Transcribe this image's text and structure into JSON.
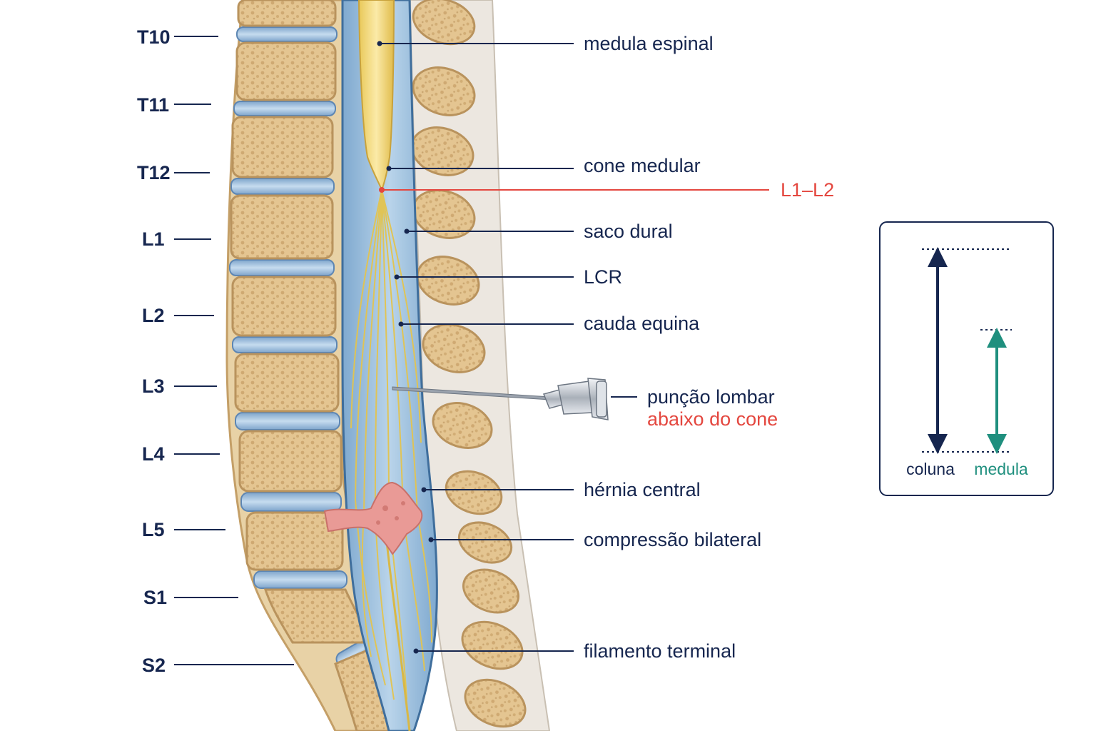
{
  "levels": [
    "T10",
    "T11",
    "T12",
    "L1",
    "L2",
    "L3",
    "L4",
    "L5",
    "S1",
    "S2"
  ],
  "labels": {
    "medula_espinal": "medula espinal",
    "cone_medular": "cone medular",
    "l1_l2": "L1–L2",
    "saco_dural": "saco dural",
    "lcr": "LCR",
    "cauda_equina": "cauda equina",
    "puncao_lombar": "punção lombar",
    "abaixo_do_cone": "abaixo do cone",
    "hernia_central": "hérnia central",
    "compressao_bilateral": "compressão bilateral",
    "filamento_terminal": "filamento terminal"
  },
  "legend": {
    "coluna": "coluna",
    "medula": "medula"
  },
  "colors": {
    "navy": "#16264f",
    "red": "#e4473f",
    "teal": "#1f8f7e",
    "bone": "#e6c898",
    "disc": "#9fbfdc",
    "csf": "#9ec3e0",
    "nerve": "#ecd36a",
    "hernia": "#e99a96"
  }
}
